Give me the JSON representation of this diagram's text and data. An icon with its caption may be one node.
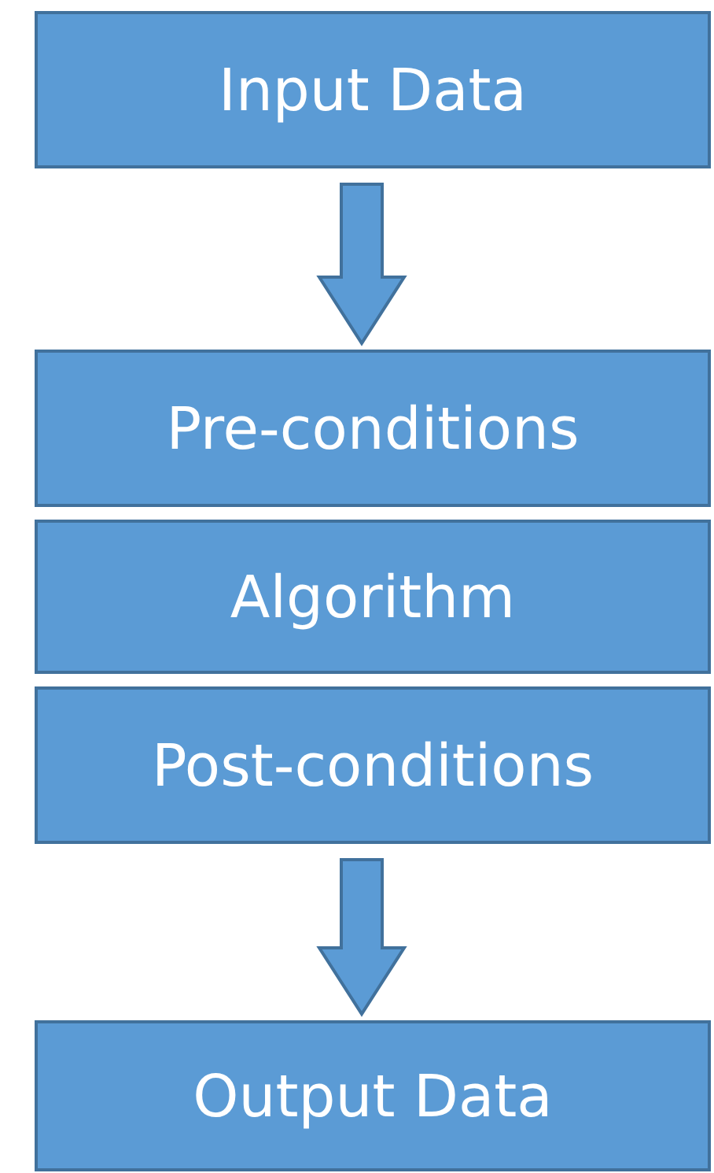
{
  "diagram": {
    "nodes": [
      {
        "text": [
          "Input Data"
        ]
      },
      {
        "text": [
          "Pre-conditions"
        ]
      },
      {
        "text": [
          "Algorithm"
        ]
      },
      {
        "text": [
          "Post-conditions"
        ]
      },
      {
        "text": [
          "Output Data"
        ]
      }
    ],
    "edges": [
      {
        "from": 0,
        "to": 1,
        "arrow": "to"
      },
      {
        "from": 3,
        "to": 4,
        "arrow": "to"
      }
    ]
  }
}
